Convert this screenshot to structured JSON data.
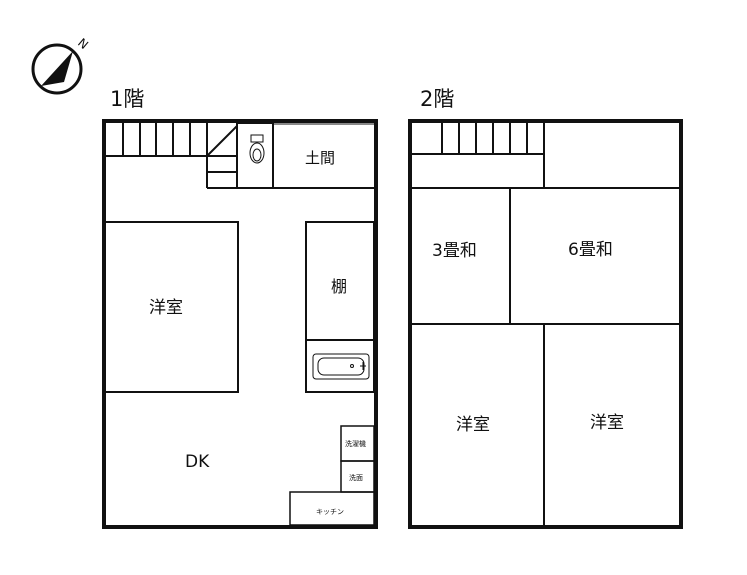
{
  "compass": {
    "mark": "N"
  },
  "floors": [
    {
      "title": "1階"
    },
    {
      "title": "2階"
    }
  ],
  "rooms_1f": {
    "doma": "土間",
    "yoshitsu": "洋室",
    "tana": "棚",
    "dk": "DK",
    "sentakuki": "洗濯機",
    "senmen": "洗面",
    "kitchen": "キッチン"
  },
  "rooms_2f": {
    "washitsu3": "3畳和",
    "washitsu6": "6畳和",
    "yoshitsu_left": "洋室",
    "yoshitsu_right": "洋室"
  }
}
